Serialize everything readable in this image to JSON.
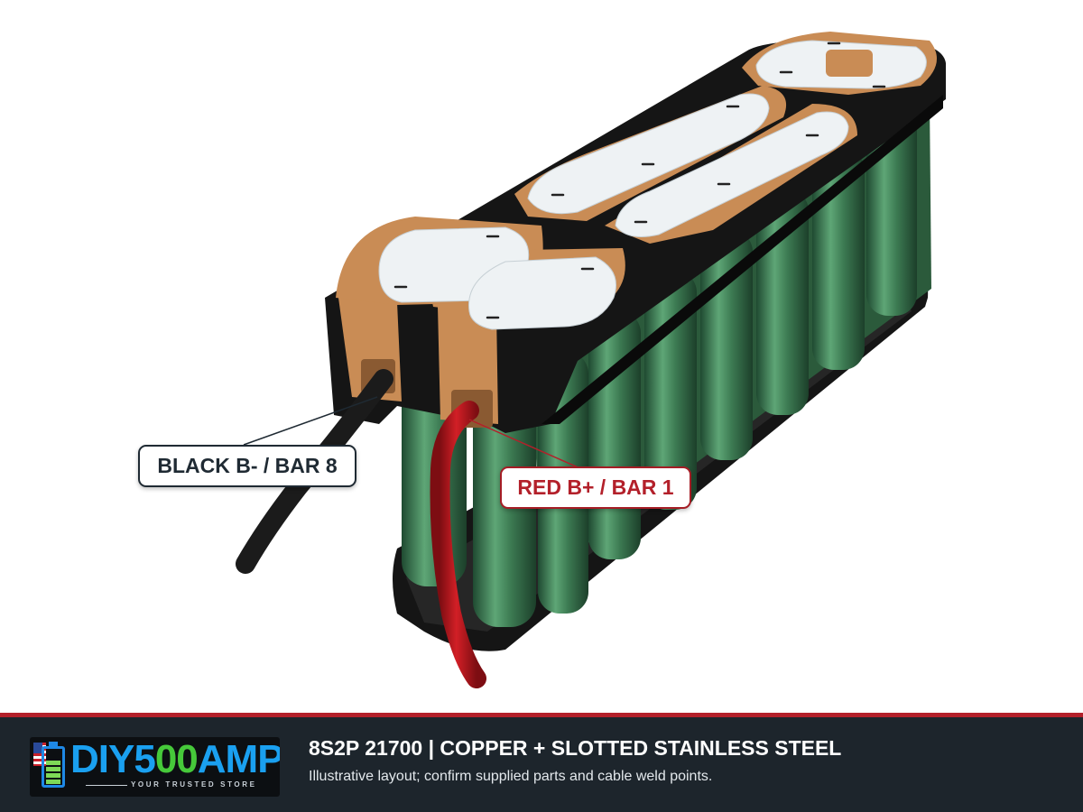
{
  "callouts": {
    "negative": "BLACK B- / BAR 8",
    "positive": "RED B+ / BAR 1"
  },
  "footer": {
    "logo_main_blue_1": "DIY5",
    "logo_main_green": "00",
    "logo_main_blue_2": "AMP",
    "logo_tagline": "YOUR TRUSTED STORE",
    "title": "8S2P 21700  |  COPPER + SLOTTED STAINLESS STEEL",
    "subtitle": "Illustrative layout; confirm supplied parts and cable weld points."
  },
  "colors": {
    "footer_bg": "#1d252c",
    "accent_red": "#b3202a",
    "cell_green": "#3d7a52",
    "holder_black": "#141414",
    "copper": "#c98c55",
    "nickel_white": "#eef2f4"
  },
  "icons": [
    "battery-logo-icon",
    "us-flag-icon"
  ]
}
